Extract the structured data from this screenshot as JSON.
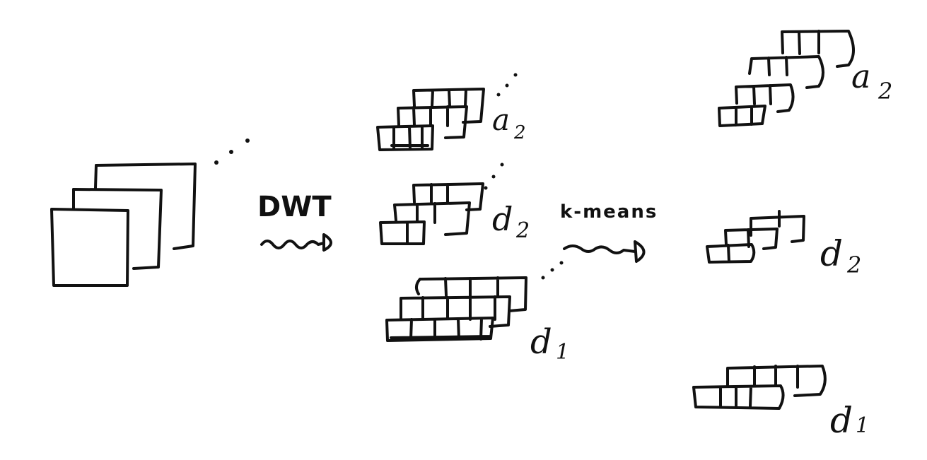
{
  "diagram": {
    "input_label": "",
    "arrows": {
      "dwt": "DWT",
      "kmeans": "k-means"
    },
    "before": {
      "a2": "a",
      "a2_sub": "2",
      "d2": "d",
      "d2_sub": "2",
      "d1": "d",
      "d1_sub": "1"
    },
    "after": {
      "a2": "a",
      "a2_sub": "2",
      "d2": "d",
      "d2_sub": "2",
      "d1": "d",
      "d1_sub": "1"
    },
    "colors": {
      "ink": "#111111",
      "paper": "#ffffff"
    }
  }
}
